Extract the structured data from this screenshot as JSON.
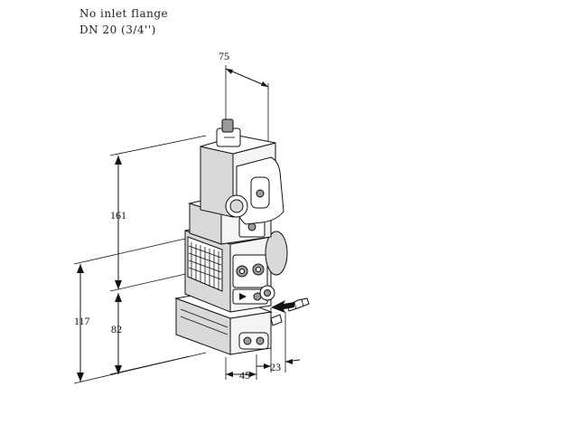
{
  "caption": {
    "line1": "No inlet flange",
    "line2": "DN 20 (3/4'')"
  },
  "dimensions": {
    "top_width": "75",
    "height_upper": "161",
    "height_mid": "82",
    "height_total": "117",
    "bottom_width": "45",
    "side_offset": "23"
  }
}
